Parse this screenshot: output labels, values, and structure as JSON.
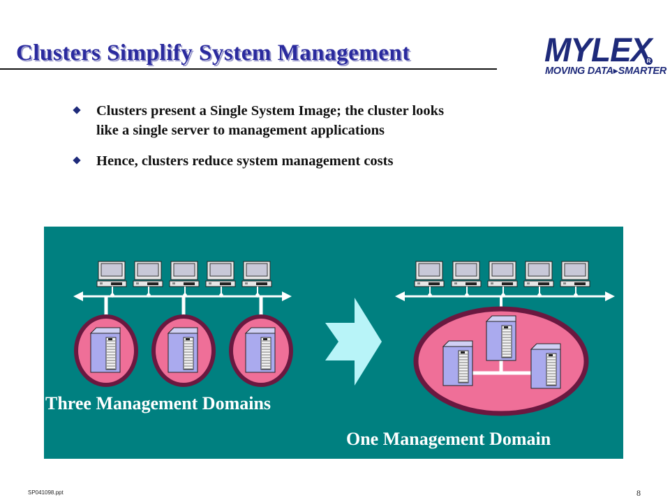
{
  "slide": {
    "title": "Clusters Simplify System Management",
    "page_number": "8",
    "footer_file": "SP041098.ppt"
  },
  "logo": {
    "wordmark": "MYLEX",
    "registered_mark": "R",
    "tagline": "MOVING DATA▸SMARTER"
  },
  "bullets": [
    {
      "text": "Clusters present a Single System Image; the cluster looks\nlike a single server to management applications"
    },
    {
      "text": "Hence, clusters reduce system management costs"
    }
  ],
  "diagram": {
    "left_label": "Three Management Domains",
    "right_label": "One Management Domain",
    "colors": {
      "background": "#008080",
      "domain_fill": "#ef6f98",
      "domain_border": "#6a1840",
      "arrow_fill": "#b8f4f8",
      "network_line": "#ffffff",
      "server_face": "#aaaaee",
      "terminal": "#e6e6e6"
    },
    "left_group": {
      "workstations": 5,
      "servers": 3,
      "domains": 3
    },
    "right_group": {
      "workstations": 5,
      "servers": 3,
      "domains": 1
    },
    "icons": [
      "workstation-icon",
      "server-icon",
      "transition-arrow-icon"
    ]
  }
}
